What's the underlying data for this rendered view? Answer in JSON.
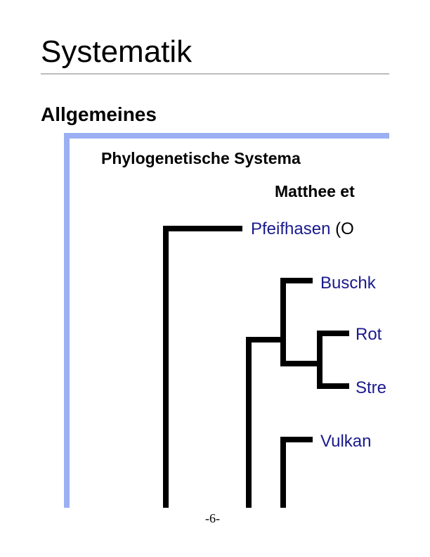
{
  "page": {
    "title": "Systematik",
    "section_heading": "Allgemeines",
    "page_number": "-6-"
  },
  "figure": {
    "title": "Phylogenetische Systema",
    "subtitle": "Matthee et",
    "leaves": [
      {
        "name": "Pfeifhasen",
        "suffix": "(O"
      },
      {
        "name": "Buschk",
        "suffix": ""
      },
      {
        "name": "Rot",
        "suffix": ""
      },
      {
        "name": "Stre",
        "suffix": ""
      },
      {
        "name": "Vulkan",
        "suffix": ""
      }
    ]
  },
  "colors": {
    "frame": "#9bb0f2",
    "leaf_text": "#1a1a8c",
    "tree_lines": "#000000"
  }
}
